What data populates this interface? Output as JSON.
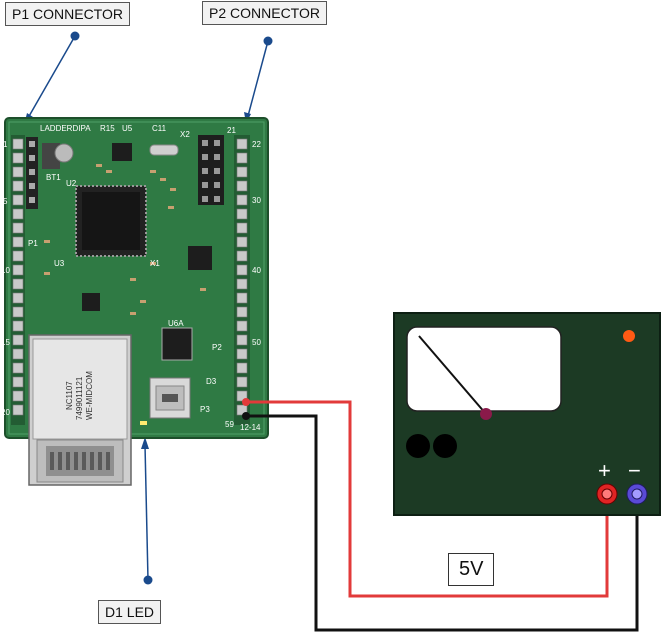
{
  "labels": {
    "p1": "P1 CONNECTOR",
    "p2": "P2 CONNECTOR",
    "d1": "D1 LED",
    "voltage": "5V"
  },
  "board": {
    "silk_name": "LADDERDIPA",
    "silk_rev": "12-14",
    "silk_x2": "X2",
    "silk_bt1": "BT1",
    "silk_u5": "U5",
    "silk_u2": "U2",
    "silk_u3": "U3",
    "silk_u6a": "U6A",
    "silk_d3": "D3",
    "silk_p1": "P1",
    "silk_p2": "P2",
    "silk_p3": "P3",
    "silk_c11": "C11",
    "silk_r15": "R15",
    "silk_x1": "X1",
    "pin_1": "1",
    "pin_5": "5",
    "pin_10": "10",
    "pin_15": "15",
    "pin_20": "20",
    "pin_21": "21",
    "pin_22": "22",
    "pin_30": "30",
    "pin_40": "40",
    "pin_50": "50",
    "pin_59": "59",
    "eth_text1": "WE-MIDCOM",
    "eth_text2": "7499011121",
    "eth_text3": "NC1107"
  },
  "meter": {
    "plus": "+",
    "minus": "−"
  },
  "colors": {
    "pcb": "#2f7a44",
    "meter_body": "#1c3a24",
    "wire_red": "#e23a3a",
    "wire_black": "#111111",
    "pointer_marker": "#1a4a8c"
  }
}
